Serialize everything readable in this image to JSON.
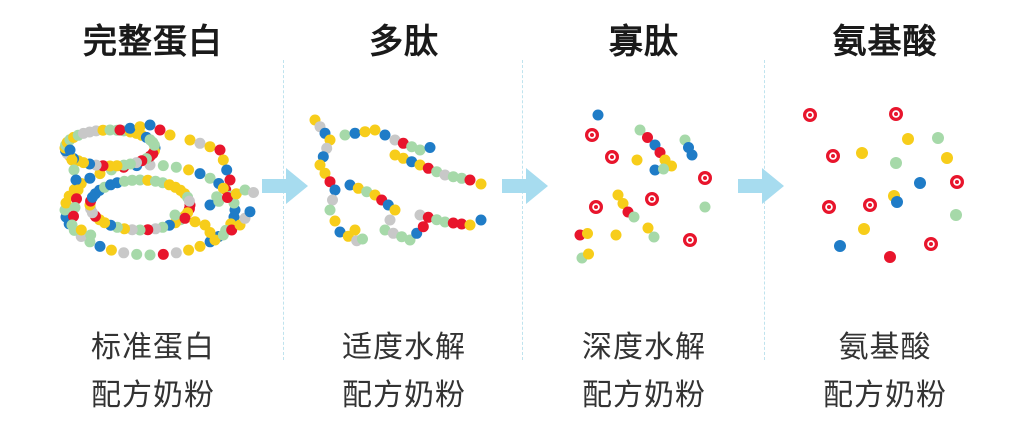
{
  "columns": [
    {
      "title": "完整蛋白",
      "line1": "标准蛋白",
      "line2": "配方奶粉"
    },
    {
      "title": "多肽",
      "line1": "适度水解",
      "line2": "配方奶粉"
    },
    {
      "title": "寡肽",
      "line1": "深度水解",
      "line2": "配方奶粉"
    },
    {
      "title": "氨基酸",
      "line1": "氨基酸",
      "line2": "配方奶粉"
    }
  ],
  "colors": {
    "yellow": "#f7cd1a",
    "green": "#a6d9a9",
    "red": "#e8152c",
    "blue": "#1f7cc7",
    "gray": "#c8c8c8",
    "arrow": "#a7dcef",
    "divider": "#bfe3ee"
  },
  "icons": [
    "intact-protein-chain-icon",
    "polypeptide-fragments-icon",
    "oligopeptide-fragments-icon",
    "free-amino-acids-icon",
    "right-arrow-icon"
  ]
}
